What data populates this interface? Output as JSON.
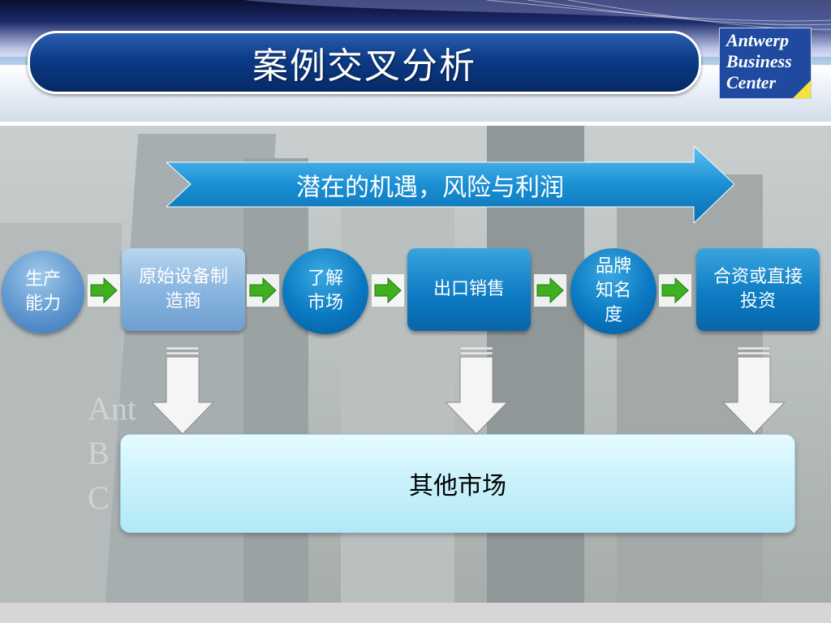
{
  "header": {
    "title": "案例交叉分析"
  },
  "logo": {
    "line1": "Antwerp",
    "line2": "Business",
    "line3": "Center"
  },
  "background_photo": {
    "text1": "Ant",
    "text2": "B",
    "text3": "C"
  },
  "banner": {
    "text": "潜在的机遇，风险与利润"
  },
  "flow": [
    {
      "label": "生产能力"
    },
    {
      "label": "原始设备制造商"
    },
    {
      "label": "了解市场"
    },
    {
      "label": "出口销售"
    },
    {
      "label": "品牌知名度"
    },
    {
      "label": "合资或直接投资"
    }
  ],
  "bottom_box": {
    "label": "其他市场"
  },
  "colors": {
    "title_bar": "#0c3a86",
    "node_blue": "#0b79c2",
    "arrow_green": "#3fb020",
    "bottom_box": "#c8f1fb"
  }
}
